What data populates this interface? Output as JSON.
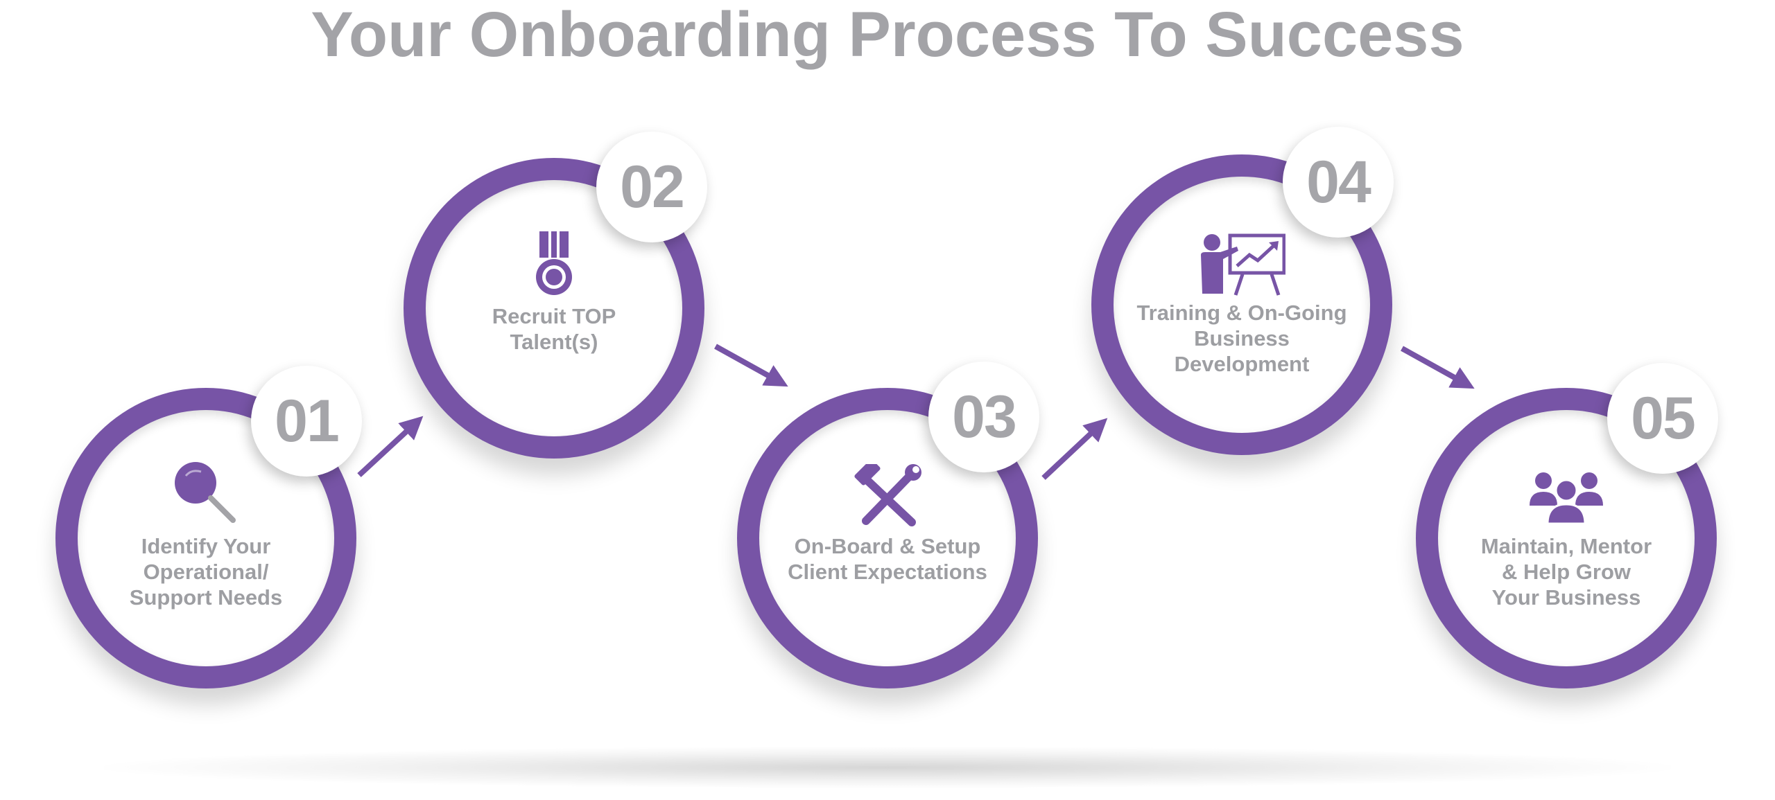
{
  "title": "Your Onboarding Process To Success",
  "steps": [
    {
      "number": "01",
      "label_lines": [
        "Identify Your",
        "Operational/",
        "Support Needs"
      ],
      "icon": "magnifier-icon"
    },
    {
      "number": "02",
      "label_lines": [
        "Recruit TOP",
        "Talent(s)"
      ],
      "icon": "medal-icon"
    },
    {
      "number": "03",
      "label_lines": [
        "On-Board & Setup",
        "Client Expectations"
      ],
      "icon": "tools-icon"
    },
    {
      "number": "04",
      "label_lines": [
        "Training & On-Going",
        "Business",
        "Development"
      ],
      "icon": "presentation-icon"
    },
    {
      "number": "05",
      "label_lines": [
        "Maintain, Mentor",
        "& Help Grow",
        "Your Business"
      ],
      "icon": "team-icon"
    }
  ],
  "colors": {
    "accent": "#7754a6",
    "text": "#9d9ea2",
    "title": "#a3a3a7"
  }
}
